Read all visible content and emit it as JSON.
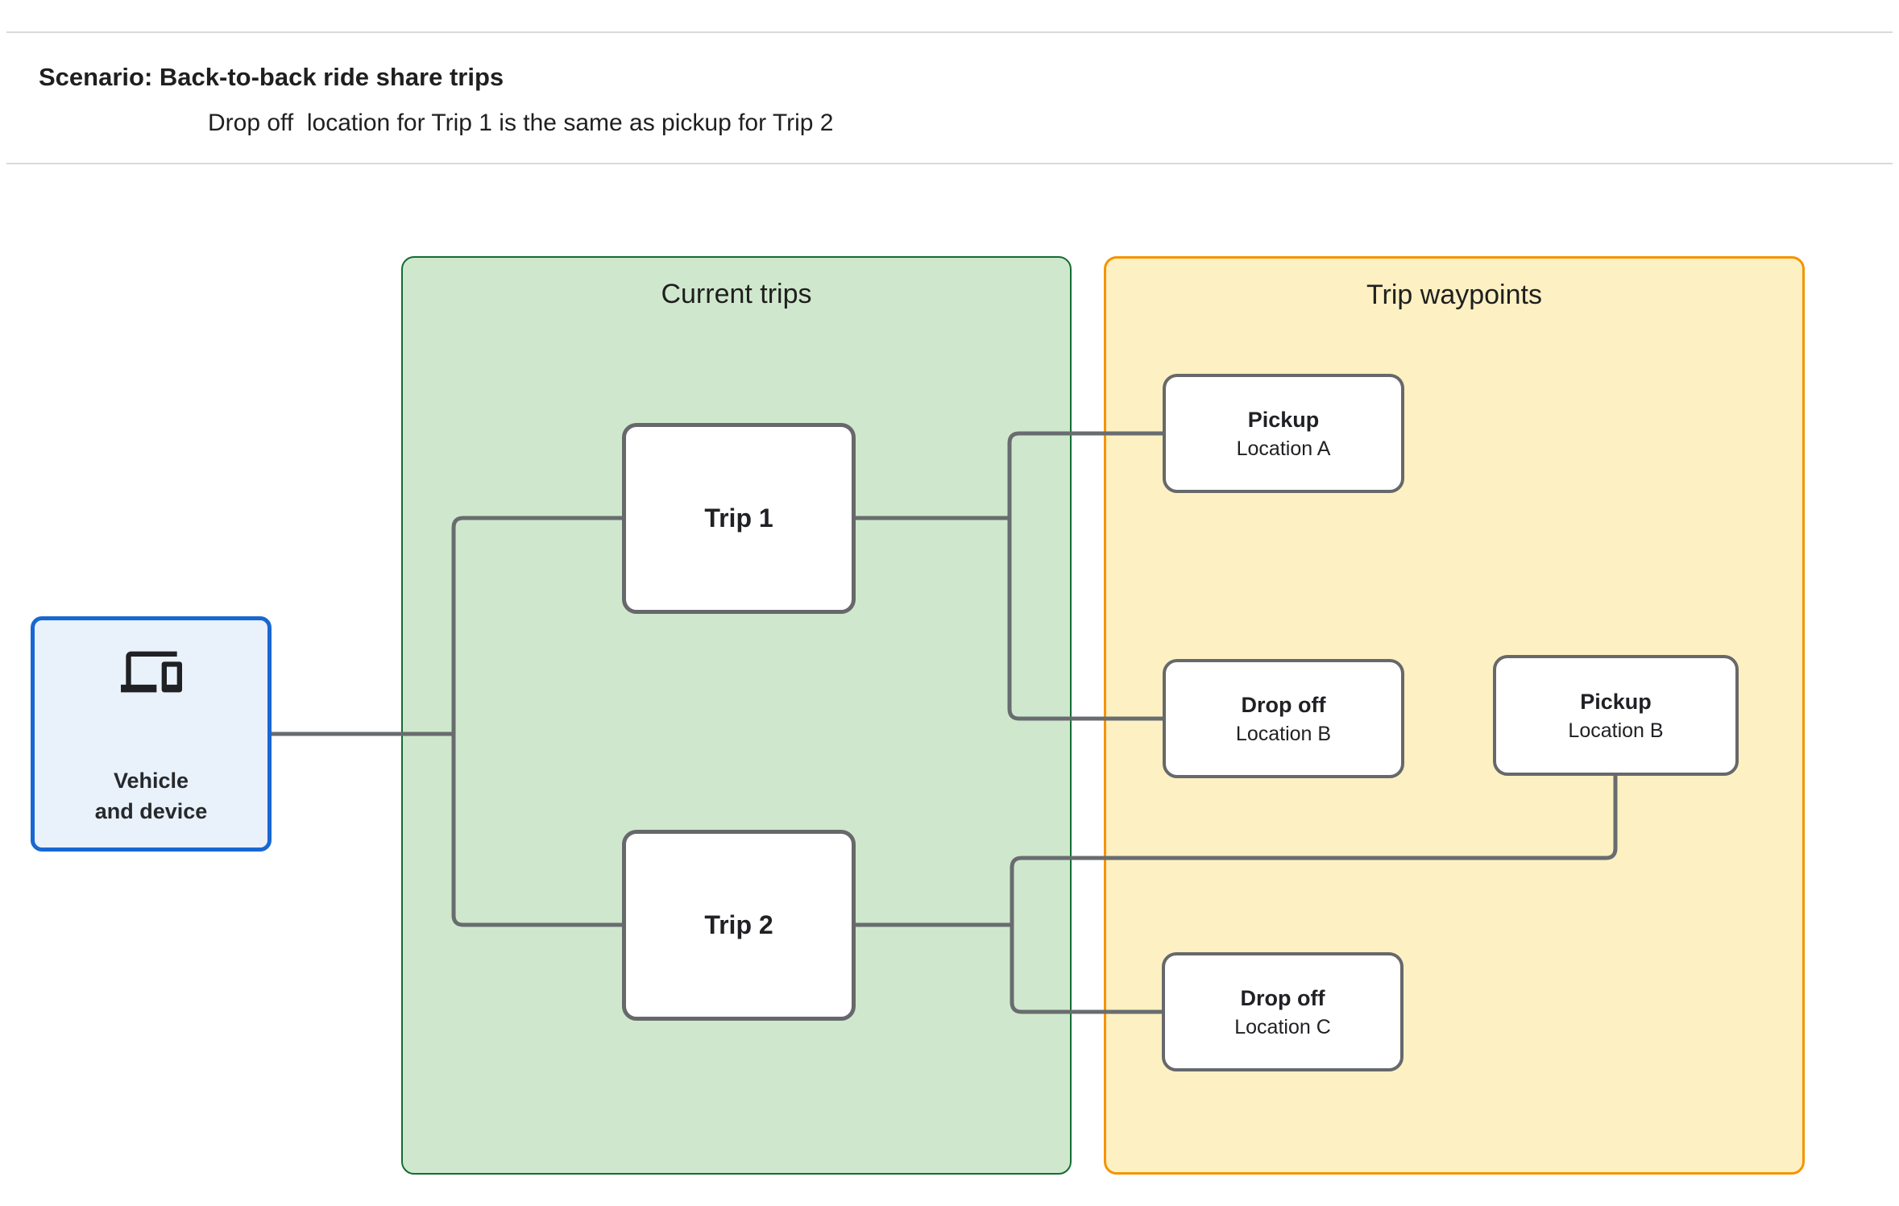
{
  "header": {
    "title": "Scenario: Back-to-back ride share trips",
    "subtitle": "Drop off  location for Trip 1 is the same as pickup for Trip 2"
  },
  "panels": {
    "current_trips": {
      "title": "Current trips"
    },
    "trip_waypoints": {
      "title": "Trip waypoints"
    }
  },
  "nodes": {
    "vehicle": {
      "label_line1": "Vehicle",
      "label_line2": "and device",
      "icon": "laptop-and-phone-devices-icon"
    },
    "trip1": {
      "label": "Trip 1"
    },
    "trip2": {
      "label": "Trip 2"
    },
    "pickup_a": {
      "title": "Pickup",
      "subtitle": "Location A"
    },
    "dropoff_b": {
      "title": "Drop off",
      "subtitle": "Location B"
    },
    "pickup_b": {
      "title": "Pickup",
      "subtitle": "Location B"
    },
    "dropoff_c": {
      "title": "Drop off",
      "subtitle": "Location C"
    }
  },
  "connections": [
    {
      "from": "vehicle",
      "to": "trip1"
    },
    {
      "from": "vehicle",
      "to": "trip2"
    },
    {
      "from": "trip1",
      "to": "pickup_a"
    },
    {
      "from": "trip1",
      "to": "dropoff_b"
    },
    {
      "from": "trip2",
      "to": "pickup_b"
    },
    {
      "from": "trip2",
      "to": "dropoff_c"
    }
  ],
  "colors": {
    "current_trips_fill": "#cfe8cd",
    "current_trips_border": "#146c33",
    "trip_waypoints_fill": "#fdf0c2",
    "trip_waypoints_border": "#f59300",
    "vehicle_fill": "#e9f1fb",
    "vehicle_border": "#1967d2",
    "node_border_gray": "#66686b",
    "connector_gray": "#696c6f",
    "rule_gray": "#d9d9d9",
    "text_dark": "#202124"
  }
}
